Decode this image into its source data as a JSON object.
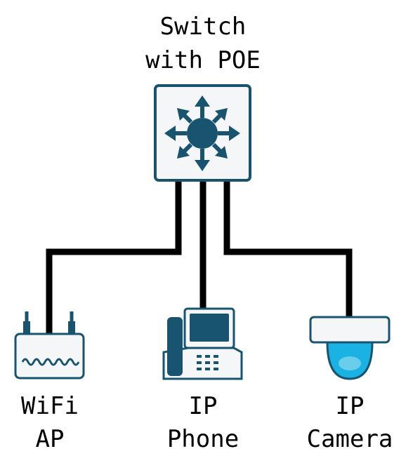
{
  "switch": {
    "label_line1": "Switch",
    "label_line2": "with POE",
    "icon": "switch-icon"
  },
  "devices": [
    {
      "label_line1": "WiFi",
      "label_line2": "AP",
      "icon": "wifi-ap-icon"
    },
    {
      "label_line1": "IP",
      "label_line2": "Phone",
      "icon": "ip-phone-icon"
    },
    {
      "label_line1": "IP",
      "label_line2": "Camera",
      "icon": "ip-camera-icon"
    }
  ],
  "colors": {
    "icon_stroke": "#185470",
    "icon_fill": "#185470",
    "box_fill": "#f4f6f7",
    "camera_dome": "#1ab2e2",
    "cable": "#000000"
  }
}
